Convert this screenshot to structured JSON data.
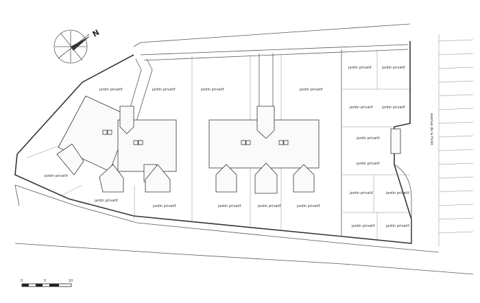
{
  "north": {
    "label": "N"
  },
  "garden_label": "jardin privatif",
  "street_label": "avenue de la Forêt",
  "scale": {
    "ticks": [
      "0",
      "5",
      "10"
    ]
  }
}
